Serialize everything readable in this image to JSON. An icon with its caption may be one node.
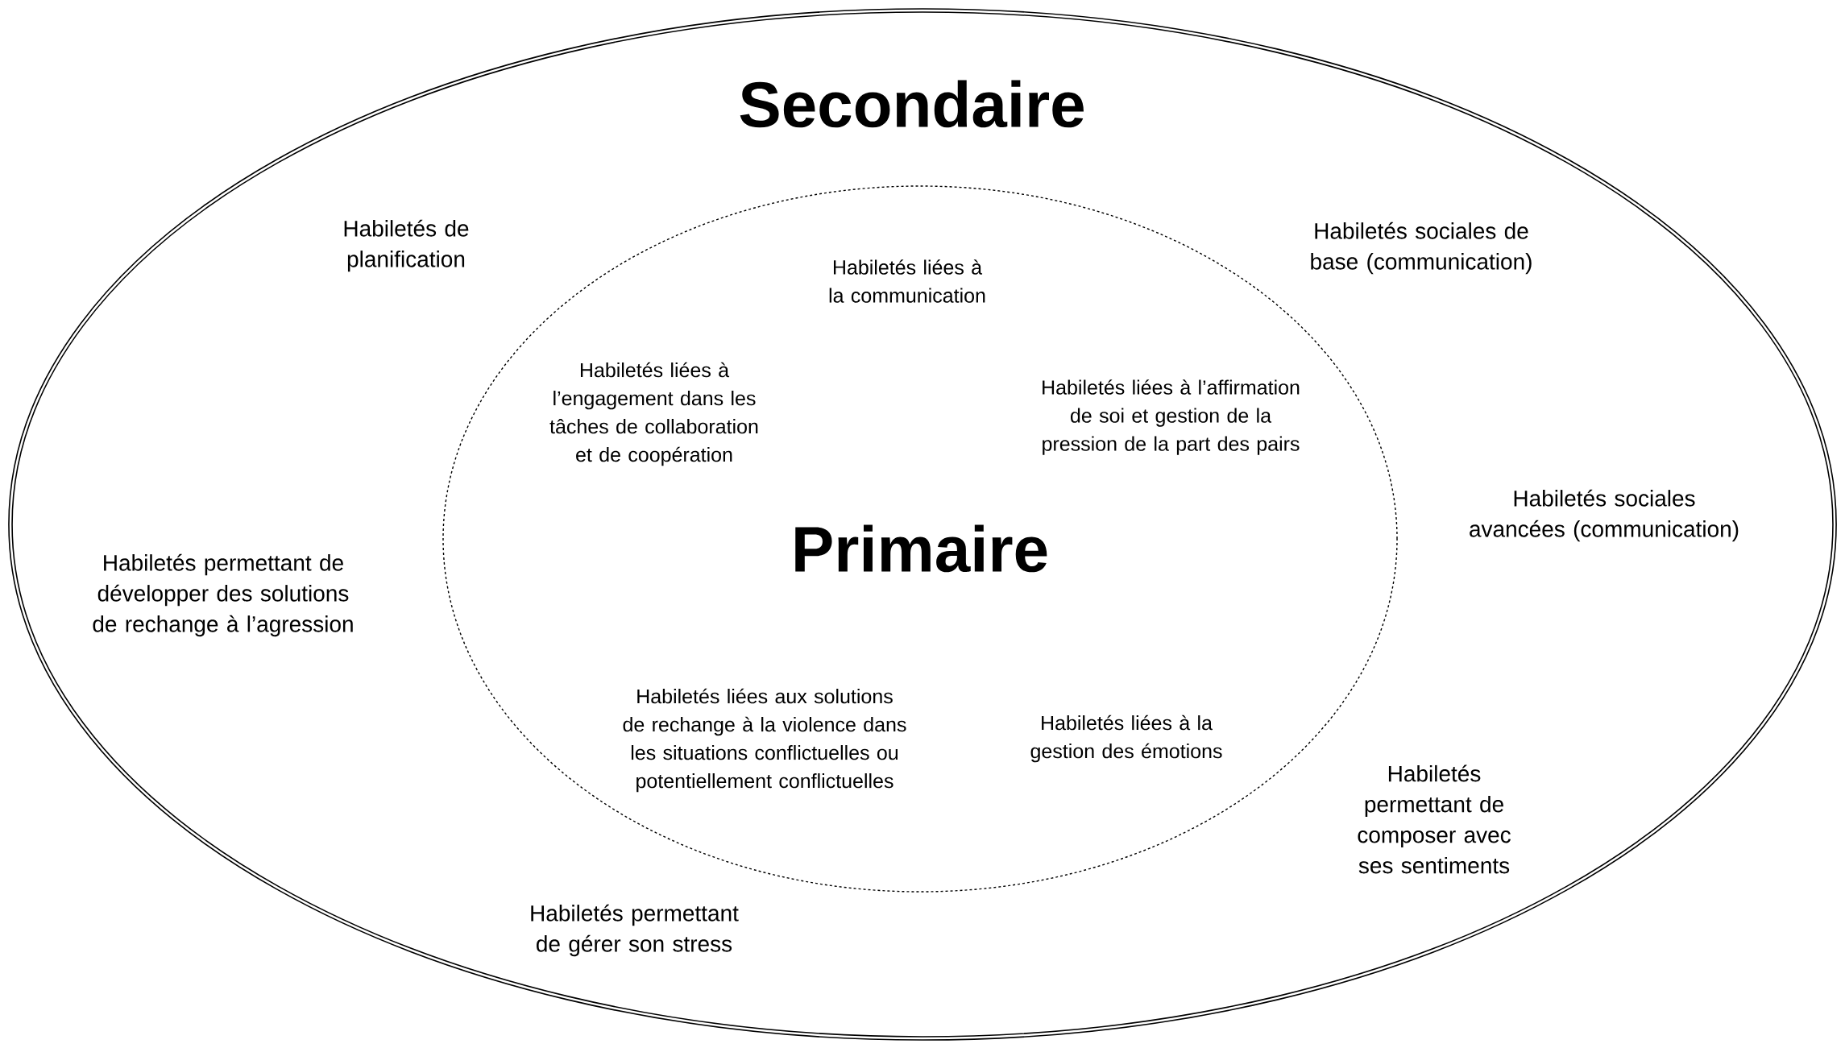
{
  "diagram": {
    "nodes": [
      {
        "text": [
          "Secondaire",
          "Habiletés de planification",
          "Habiletés sociales de base (communication)",
          "Habiletés permettant de développer des solutions de rechange à l’agression",
          "Habiletés sociales avancées (communication)",
          "Habiletés permettant de composer avec ses sentiments",
          "Habiletés permettant de gérer son stress"
        ]
      },
      {
        "text": [
          "Primaire",
          "Habiletés liées à la communication",
          "Habiletés liées à l’engagement dans les tâches de collaboration et de coopération",
          "Habiletés liées à l’affirmation de soi et gestion de la pression de la part des pairs",
          "Habiletés liées aux solutions de rechange à la violence dans les situations conflictuelles ou potentiellement conflictuelles",
          "Habiletés liées à la gestion des émotions"
        ],
        "in": 0
      }
    ]
  }
}
